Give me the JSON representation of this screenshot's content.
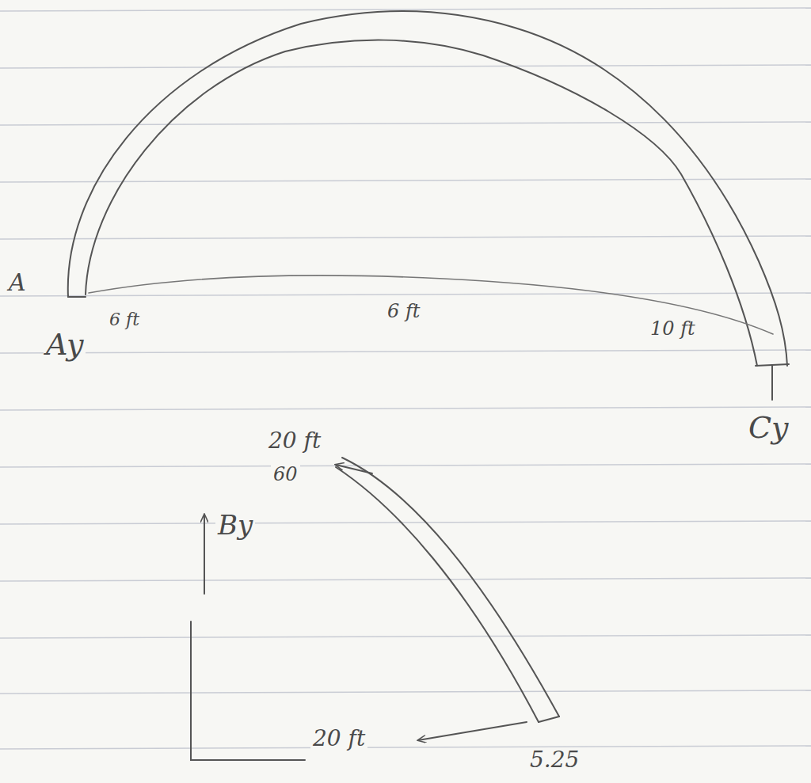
{
  "diagram": {
    "labels": [
      "A",
      "Ay",
      "6 ft",
      "6 ft",
      "10 ft",
      "Cy",
      "20 ft",
      "60",
      "By",
      "20 ft",
      "5.25"
    ]
  }
}
